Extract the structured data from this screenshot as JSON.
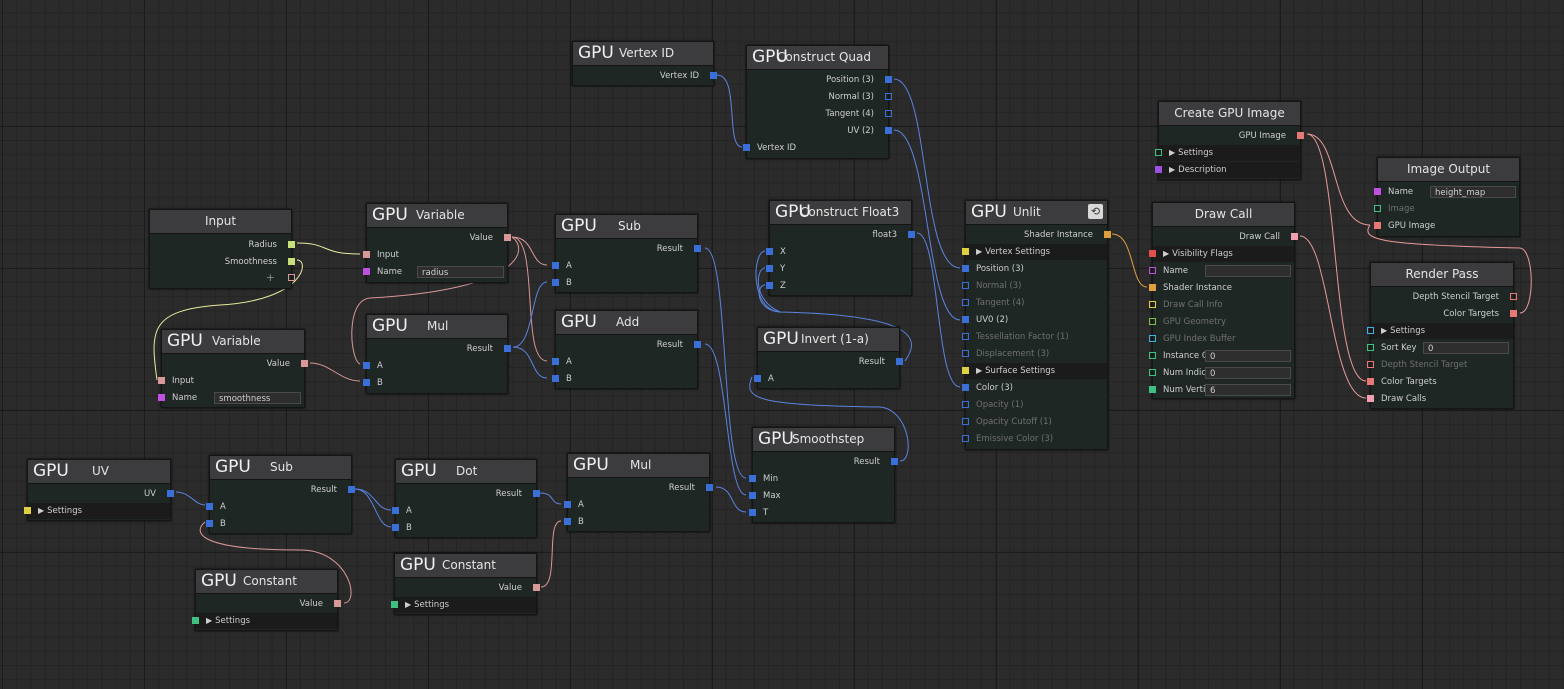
{
  "colors": {
    "float": "#3a6fd8",
    "float_in": "#3a6fd8",
    "pink": "#d89898",
    "variable": "#c8e07a",
    "vertex": "#d8c040",
    "magenta": "#c050e0",
    "teal": "#40c080",
    "image": "#e87878",
    "orange": "#e0a040",
    "red": "#e05050",
    "yellow": "#e0d040",
    "cyan": "#40b0e0"
  },
  "gpu": "GPU",
  "nodes": {
    "input": {
      "title": "Input",
      "radius": "Radius",
      "smoothness": "Smoothness",
      "plus": "+"
    },
    "variable1": {
      "title": "Variable",
      "value": "Value",
      "input": "Input",
      "name": "Name",
      "name_value": "radius"
    },
    "variable2": {
      "title": "Variable",
      "value": "Value",
      "input": "Input",
      "name": "Name",
      "name_value": "smoothness"
    },
    "mul1": {
      "title": "Mul",
      "result": "Result",
      "a": "A",
      "b": "B"
    },
    "sub1": {
      "title": "Sub",
      "result": "Result",
      "a": "A",
      "b": "B"
    },
    "add1": {
      "title": "Add",
      "result": "Result",
      "a": "A",
      "b": "B"
    },
    "vertex_id": {
      "title": "Vertex ID",
      "out": "Vertex ID"
    },
    "construct_quad": {
      "title": "Construct Quad",
      "position": "Position (3)",
      "normal": "Normal (3)",
      "tangent": "Tangent (4)",
      "uv": "UV (2)",
      "vertex_id": "Vertex ID"
    },
    "construct_float3": {
      "title": "Construct Float3",
      "out": "float3",
      "x": "X",
      "y": "Y",
      "z": "Z"
    },
    "invert": {
      "title": "Invert (1-a)",
      "result": "Result",
      "a": "A"
    },
    "smoothstep": {
      "title": "Smoothstep",
      "result": "Result",
      "min": "Min",
      "max": "Max",
      "t": "T"
    },
    "unlit": {
      "title": "Unlit",
      "shader_instance": "Shader Instance",
      "vertex_settings": "Vertex Settings",
      "position": "Position (3)",
      "normal": "Normal (3)",
      "tangent": "Tangent (4)",
      "uv0": "UV0 (2)",
      "tessellation": "Tessellation Factor (1)",
      "displacement": "Displacement (3)",
      "surface_settings": "Surface Settings",
      "color": "Color (3)",
      "opacity": "Opacity (1)",
      "opacity_cutoff": "Opacity Cutoff (1)",
      "emissive": "Emissive Color (3)"
    },
    "create_gpu_image": {
      "title": "Create GPU Image",
      "gpu_image": "GPU Image",
      "settings": "Settings",
      "description": "Description"
    },
    "draw_call": {
      "title": "Draw Call",
      "draw_call": "Draw Call",
      "visibility": "Visibility Flags",
      "name": "Name",
      "name_value": "",
      "shader_instance": "Shader Instance",
      "draw_call_info": "Draw Call Info",
      "gpu_geometry": "GPU Geometry",
      "gpu_index_buffer": "GPU Index Buffer",
      "instance_count": "Instance Cou",
      "instance_value": "0",
      "num_indices": "Num Indices",
      "indices_value": "0",
      "num_vertices": "Num Vertice:",
      "vertices_value": "6"
    },
    "image_output": {
      "title": "Image Output",
      "name": "Name",
      "name_value": "height_map",
      "image": "Image",
      "gpu_image": "GPU Image"
    },
    "render_pass": {
      "title": "Render Pass",
      "depth_stencil_target": "Depth Stencil Target",
      "color_targets": "Color Targets",
      "settings": "Settings",
      "sort_key": "Sort Key",
      "sort_value": "0",
      "depth_in": "Depth Stencil Target",
      "color_in": "Color Targets",
      "draw_calls": "Draw Calls"
    },
    "uv": {
      "title": "UV",
      "uv": "UV",
      "settings": "Settings"
    },
    "sub2": {
      "title": "Sub",
      "result": "Result",
      "a": "A",
      "b": "B"
    },
    "dot": {
      "title": "Dot",
      "result": "Result",
      "a": "A",
      "b": "B"
    },
    "mul2": {
      "title": "Mul",
      "result": "Result",
      "a": "A",
      "b": "B"
    },
    "constant1": {
      "title": "Constant",
      "value": "Value",
      "settings": "Settings"
    },
    "constant2": {
      "title": "Constant",
      "value": "Value",
      "settings": "Settings"
    }
  }
}
